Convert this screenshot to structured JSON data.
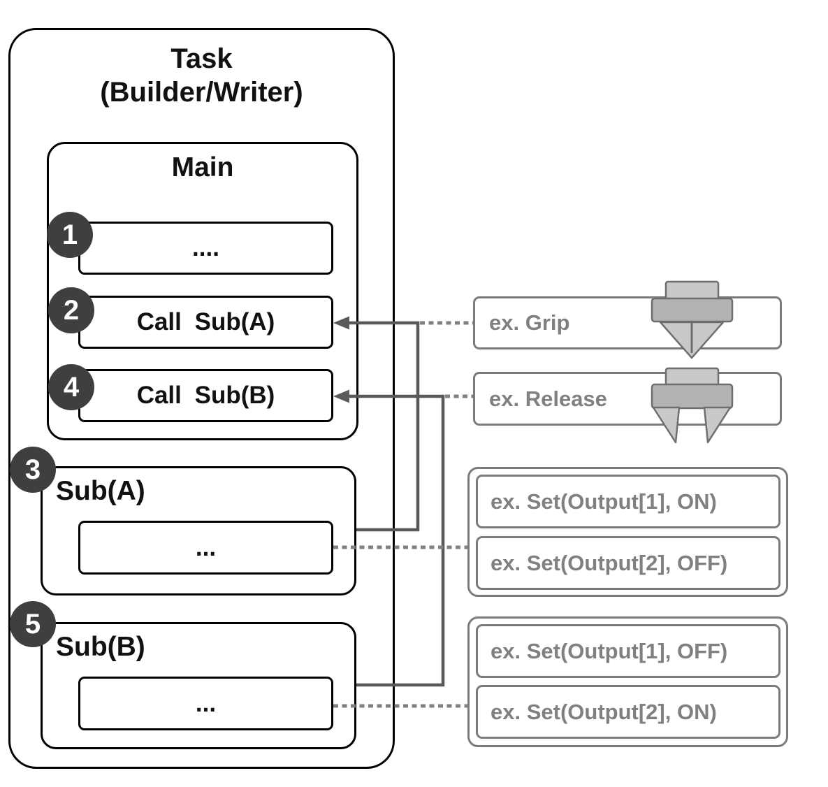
{
  "task": {
    "title_line1": "Task",
    "title_line2": "(Builder/Writer)",
    "main": {
      "title": "Main",
      "steps": [
        {
          "badge": "1",
          "label": "...."
        },
        {
          "badge": "2",
          "label": "Call Sub(A)"
        },
        {
          "badge": "4",
          "label": "Call Sub(B)"
        }
      ]
    },
    "subroutines": [
      {
        "badge": "3",
        "title": "Sub(A)",
        "body": "..."
      },
      {
        "badge": "5",
        "title": "Sub(B)",
        "body": "..."
      }
    ]
  },
  "examples": {
    "grip": "ex. Grip",
    "release": "ex. Release",
    "sub_a": [
      "ex. Set(Output[1], ON)",
      "ex. Set(Output[2], OFF)"
    ],
    "sub_b": [
      "ex. Set(Output[1], OFF)",
      "ex. Set(Output[2], ON)"
    ]
  },
  "icons": {
    "grip": "gripper-closed-icon",
    "release": "gripper-open-icon"
  },
  "colors": {
    "page_bg": "#ffffff",
    "box_border": "#000000",
    "title_text": "#111111",
    "badge_fill": "#3f3f3f",
    "badge_text": "#ffffff",
    "connector": "#595959",
    "dotted_line": "#808080",
    "example_border": "#7b7b7b",
    "example_text": "#808080",
    "icon_light": "#c9c9c9",
    "icon_mid": "#b2b2b2",
    "icon_outline": "#6e6e6e"
  }
}
